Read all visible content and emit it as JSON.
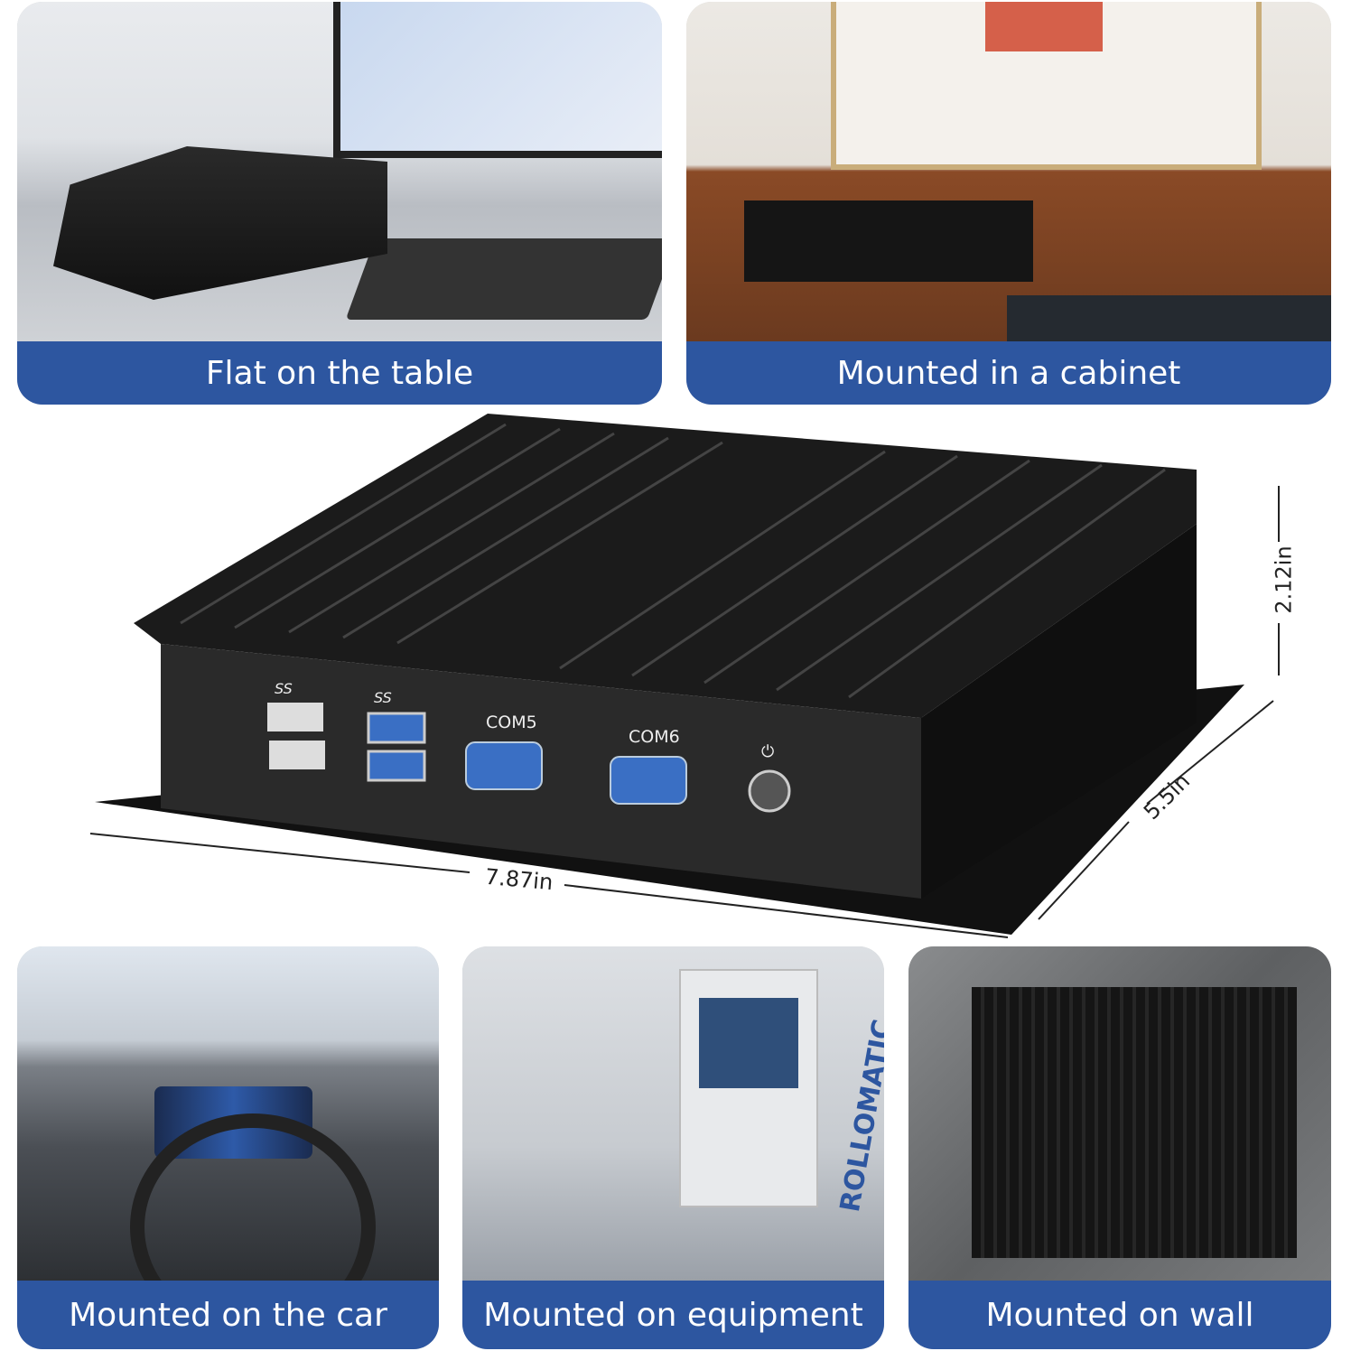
{
  "panels": {
    "table": {
      "caption": "Flat on the table"
    },
    "cabinet": {
      "caption": "Mounted in a cabinet"
    },
    "car": {
      "caption": "Mounted on the car"
    },
    "equipment": {
      "caption": "Mounted on equipment",
      "brand_text": "ROLLOMATIC"
    },
    "wall": {
      "caption": "Mounted on wall"
    }
  },
  "device": {
    "ports": {
      "usb_left": "SS",
      "usb_right": "SS",
      "com5": "COM5",
      "com6": "COM6"
    },
    "power_icon": "power-icon"
  },
  "dimensions": {
    "height": "2.12in",
    "depth": "5.5in",
    "width": "7.87in"
  },
  "colors": {
    "caption_bg": "#2d56a0",
    "caption_text": "#ffffff",
    "device": "#1a1a1a",
    "com_port": "#3a6fc4"
  }
}
